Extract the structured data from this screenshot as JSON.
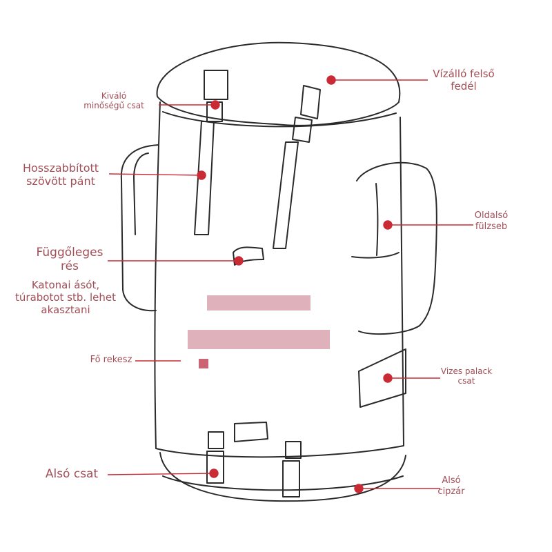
{
  "diagram": {
    "subject": "backpack-line-drawing",
    "colors": {
      "line": "#2a2a2a",
      "pointer": "#c92a34",
      "label": "#a24e56",
      "blur": "#d9a4b0"
    },
    "labels": {
      "top_lid": {
        "line1": "Vízálló felső",
        "line2": "fedél"
      },
      "buckle": {
        "line1": "Kiváló",
        "line2": "minőségű csat"
      },
      "strap": {
        "line1": "Hosszabbított",
        "line2": "szövött pánt"
      },
      "side_pocket": {
        "line1": "Oldalsó",
        "line2": "fülzseb"
      },
      "slot": {
        "line1": "Függőleges",
        "line2": "rés"
      },
      "slot_desc": {
        "line1": "Katonai ásót,",
        "line2": "túrabotot stb. lehet",
        "line3": "akasztani"
      },
      "main": {
        "line1": "Fő rekesz"
      },
      "bottle": {
        "line1": "Vizes palack",
        "line2": "csat"
      },
      "bottom_buckle": {
        "line1": "Alsó csat"
      },
      "bottom_zip": {
        "line1": "Alsó",
        "line2": "cipzár"
      }
    }
  }
}
